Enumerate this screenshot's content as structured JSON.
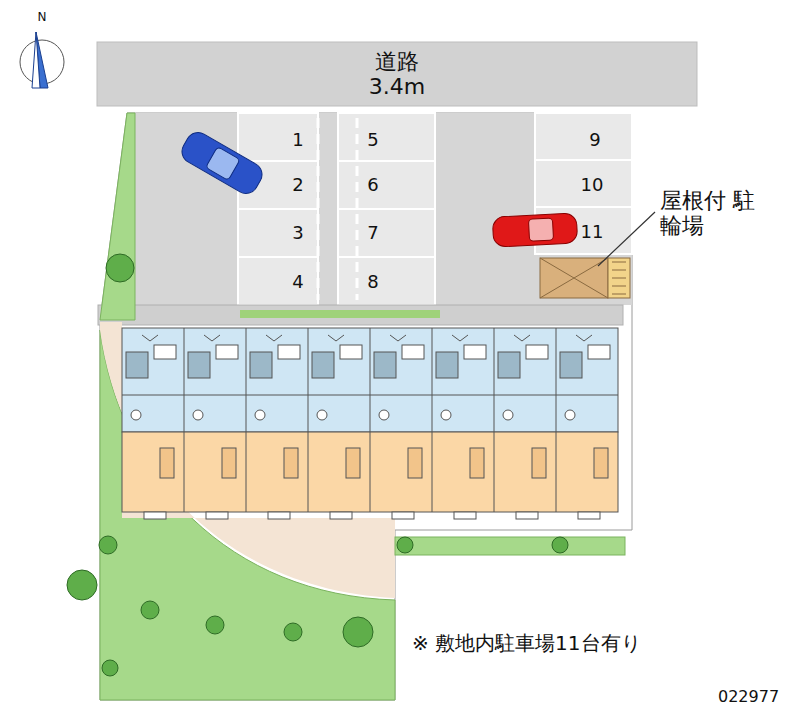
{
  "diagram": {
    "nodes": [
      {
        "text": [
          "道路",
          "3.4m"
        ]
      }
    ],
    "labels": [
      "N",
      "1",
      "2",
      "3",
      "4",
      "5",
      "6",
      "7",
      "8",
      "9",
      "10",
      "11",
      "屋根付 駐輪場",
      "※ 敷地内駐車場11台有り",
      "022977"
    ]
  }
}
